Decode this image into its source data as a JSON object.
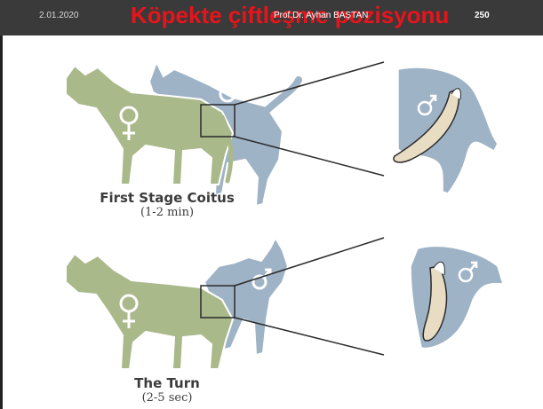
{
  "header": {
    "date": "2.01.2020",
    "title": "Köpekte çiftleşme pozisyonu",
    "author": "Prof.Dr. Ayhan BAŞTAN",
    "page_number": "250"
  },
  "figure": {
    "stage1": {
      "title": "First Stage Coitus",
      "duration": "(1-2 min)"
    },
    "stage2": {
      "title": "The Turn",
      "duration": "(2-5 sec)"
    },
    "colors": {
      "female": "#a9b98a",
      "male": "#9fb3c7",
      "outline": "#ffffff",
      "bone": "#e8dcc2",
      "line": "#2a2a2a"
    },
    "symbols": [
      "female-symbol-icon",
      "male-symbol-icon"
    ]
  }
}
